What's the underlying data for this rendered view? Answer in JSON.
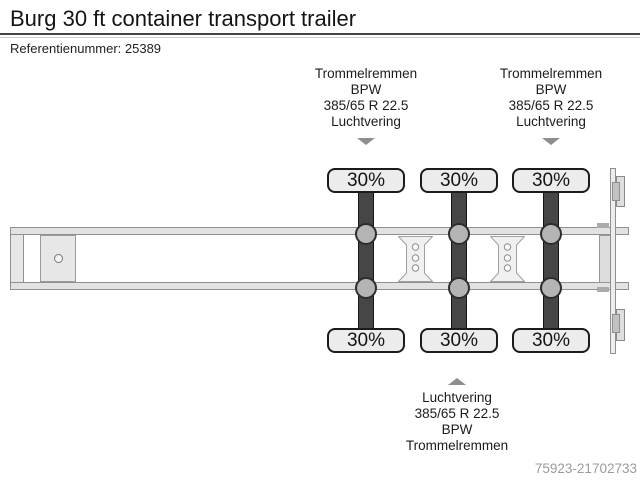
{
  "header": {
    "title": "Burg 30 ft container transport trailer",
    "reference": "Referentienummer: 25389"
  },
  "spec_labels": {
    "top_left": [
      "Trommelremmen",
      "BPW",
      "385/65 R 22.5",
      "Luchtvering"
    ],
    "top_right": [
      "Trommelremmen",
      "BPW",
      "385/65 R 22.5",
      "Luchtvering"
    ],
    "bottom": [
      "Luchtvering",
      "385/65 R 22.5",
      "BPW",
      "Trommelremmen"
    ]
  },
  "axles": {
    "axle1": {
      "load_top": "30%",
      "load_bottom": "30%"
    },
    "axle2": {
      "load_top": "30%",
      "load_bottom": "30%"
    },
    "axle3": {
      "load_top": "30%",
      "load_bottom": "30%"
    }
  },
  "watermark": "75923-21702733",
  "colors": {
    "tire_fill": "#ececec",
    "tire_border": "#1b1b1b",
    "axle_bar": "#464646",
    "suspension_bellow": "#b4b4b4",
    "chassis_fill": "#e2e2e2",
    "chassis_outline": "#8f8f8f",
    "arrow_gray": "#8e8e8e",
    "watermark_gray": "#9b9b9b",
    "divider_dark": "#454545"
  }
}
